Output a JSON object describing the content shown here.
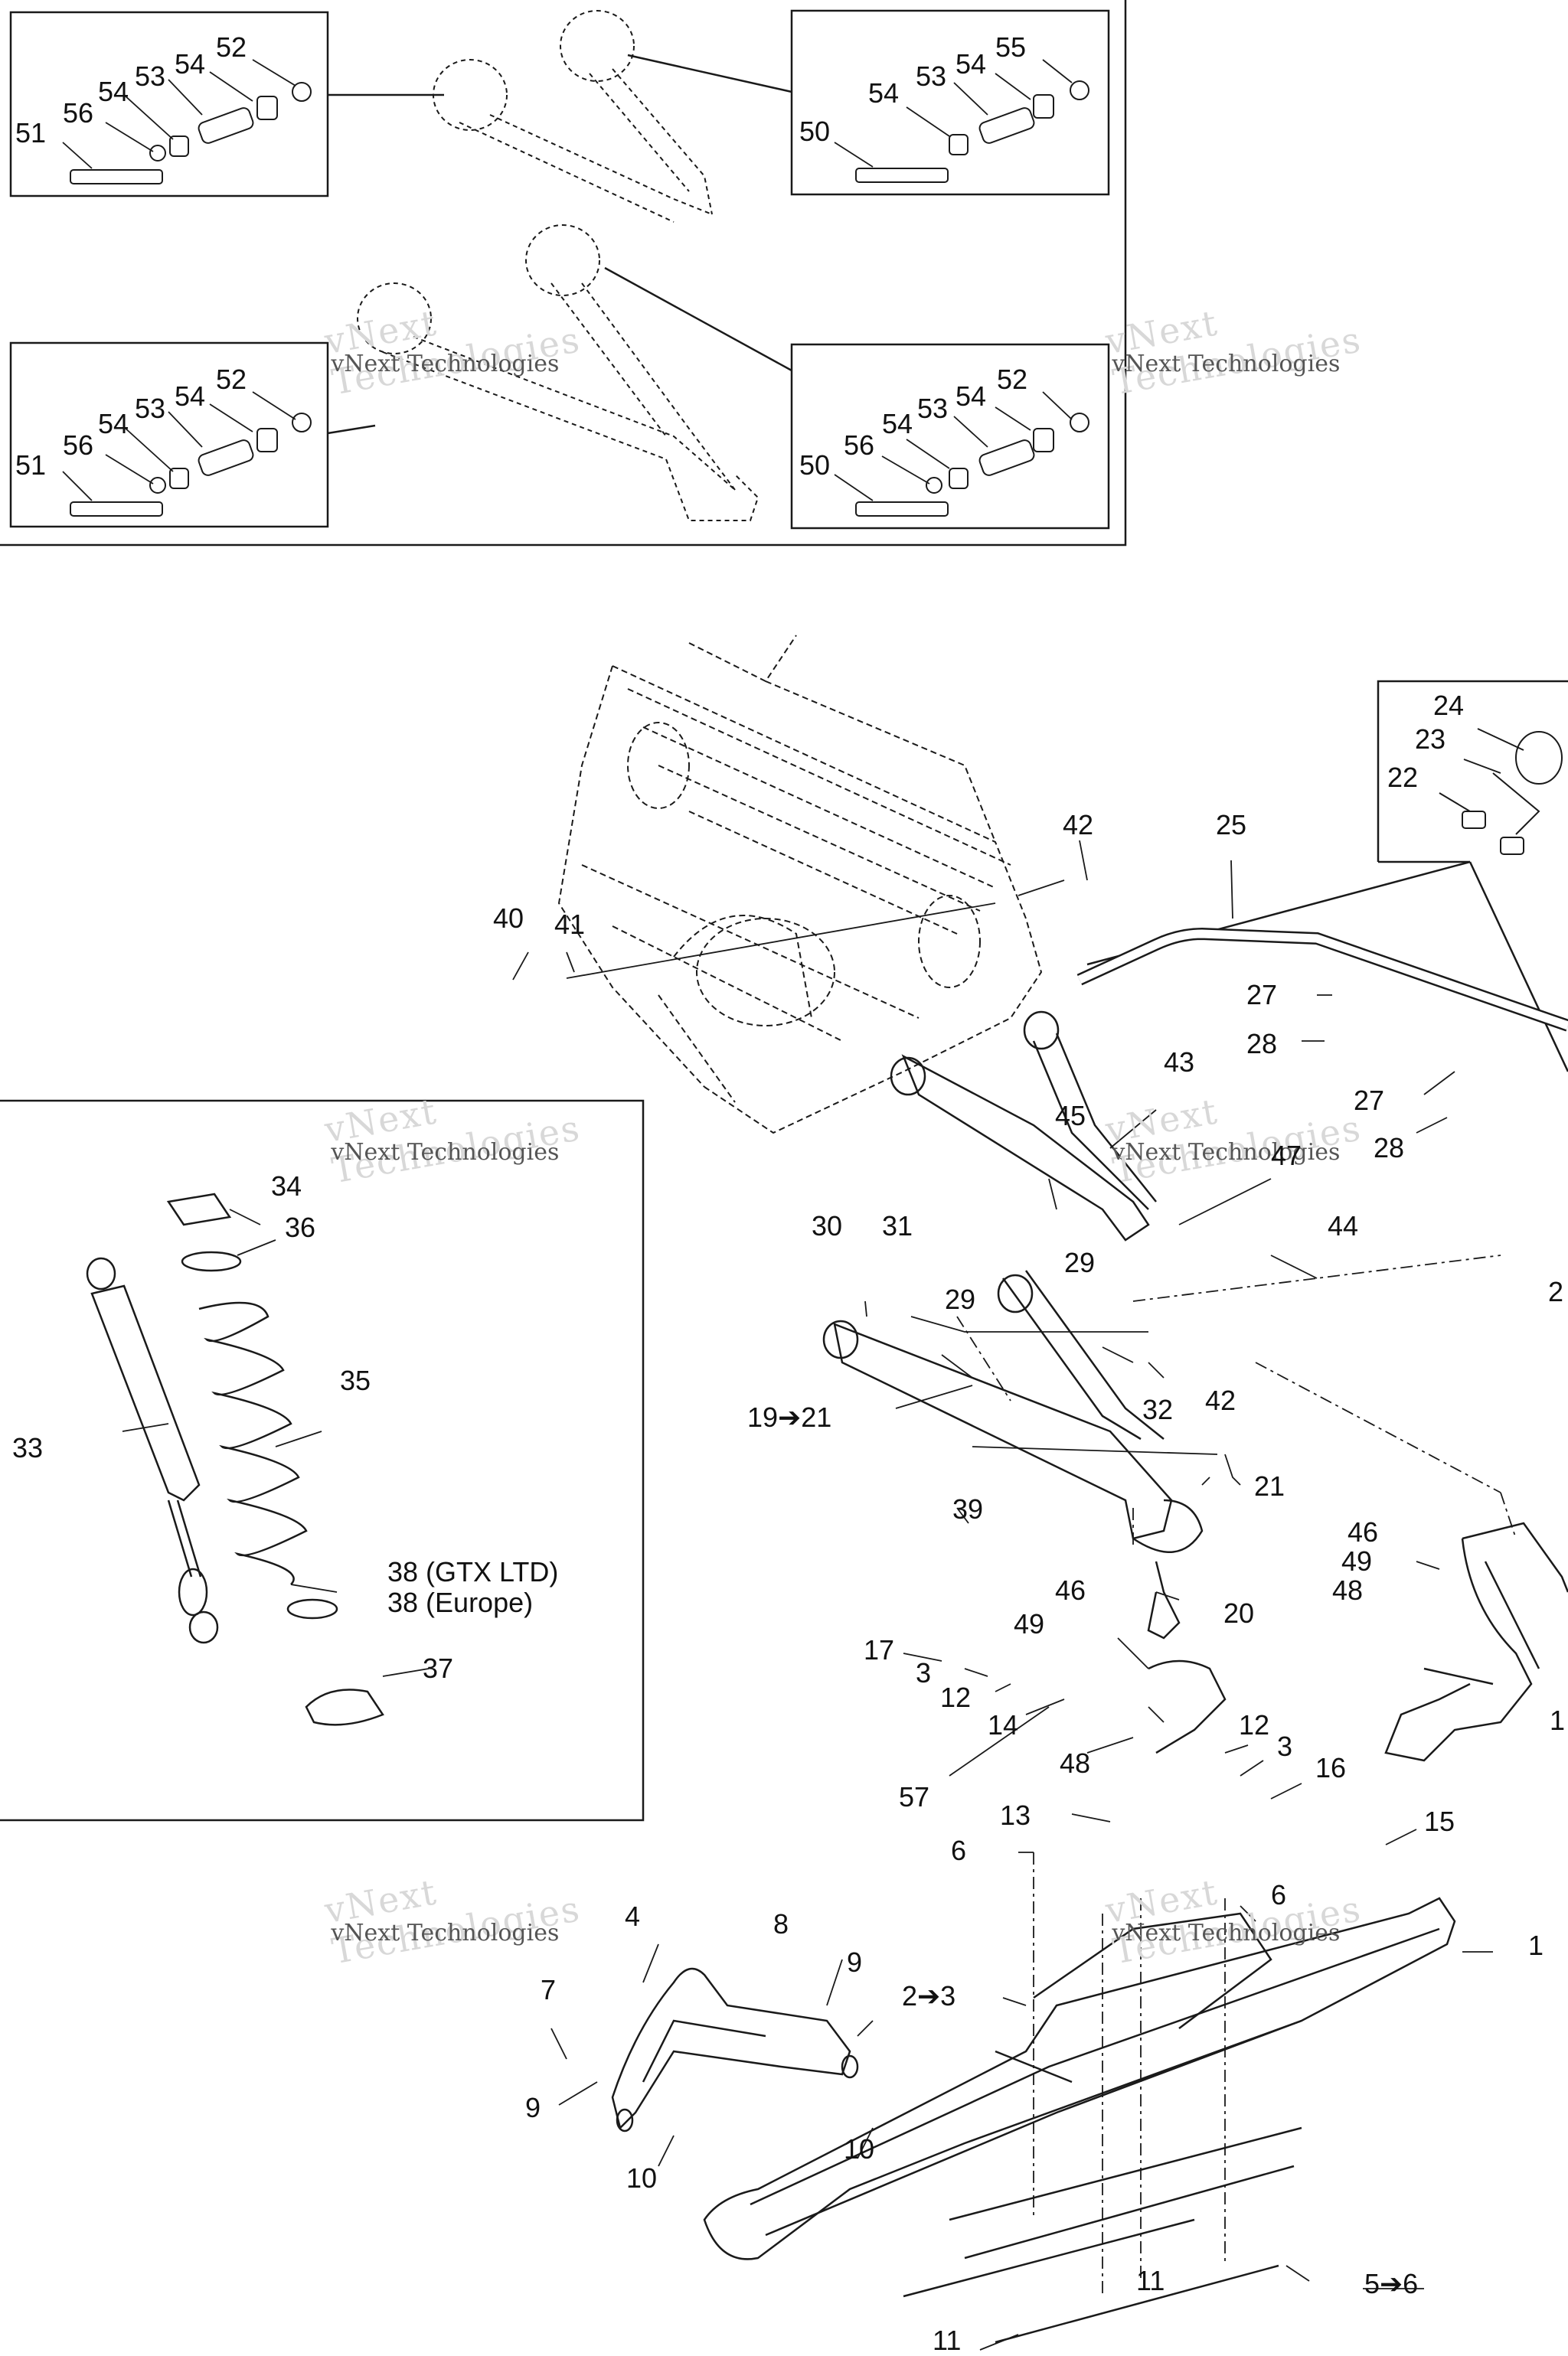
{
  "watermark": {
    "line1": "vNext",
    "line2": "Technologies",
    "caption": "vNext Technologies"
  },
  "callouts": {
    "inset_tl": [
      "52",
      "54",
      "53",
      "54",
      "56",
      "51"
    ],
    "inset_tr": [
      "55",
      "54",
      "53",
      "54",
      "50"
    ],
    "inset_bl": [
      "52",
      "54",
      "53",
      "54",
      "56",
      "51"
    ],
    "inset_br": [
      "52",
      "54",
      "53",
      "54",
      "56",
      "50"
    ],
    "inset_r": [
      "24",
      "23",
      "22"
    ],
    "main": {
      "c42a": "42",
      "c25": "25",
      "c40": "40",
      "c41": "41",
      "c27a": "27",
      "c28a": "28",
      "c43": "43",
      "c27b": "27",
      "c45": "45",
      "c28b": "28",
      "c47": "47",
      "c44": "44",
      "c2edge": "2",
      "c30": "30",
      "c31": "31",
      "c29a": "29",
      "c29b": "29",
      "c32": "32",
      "c1921": "19➔21",
      "c42b": "42",
      "c21": "21",
      "c39": "39",
      "c46a": "46",
      "c49a": "49",
      "c48a": "48",
      "c20": "20",
      "c46b": "46",
      "c49b": "49",
      "c17": "17",
      "c3a": "3",
      "c12a": "12",
      "c14": "14",
      "c48b": "48",
      "c12b": "12",
      "c3b": "3",
      "c16": "16",
      "c57": "57",
      "c13": "13",
      "c15": "15",
      "c1edge": "1",
      "c6a": "6",
      "c6b": "6",
      "c1": "1",
      "c4": "4",
      "c8": "8",
      "c9a": "9",
      "c23b": "2➔3",
      "c7": "7",
      "c9b": "9",
      "c10a": "10",
      "c10b": "10",
      "c11a": "11",
      "c56": "5➔6",
      "c11b": "11"
    },
    "shock_panel": [
      "34",
      "36",
      "35",
      "33",
      "38 (GTX LTD)",
      "38 (Europe)",
      "37"
    ]
  }
}
